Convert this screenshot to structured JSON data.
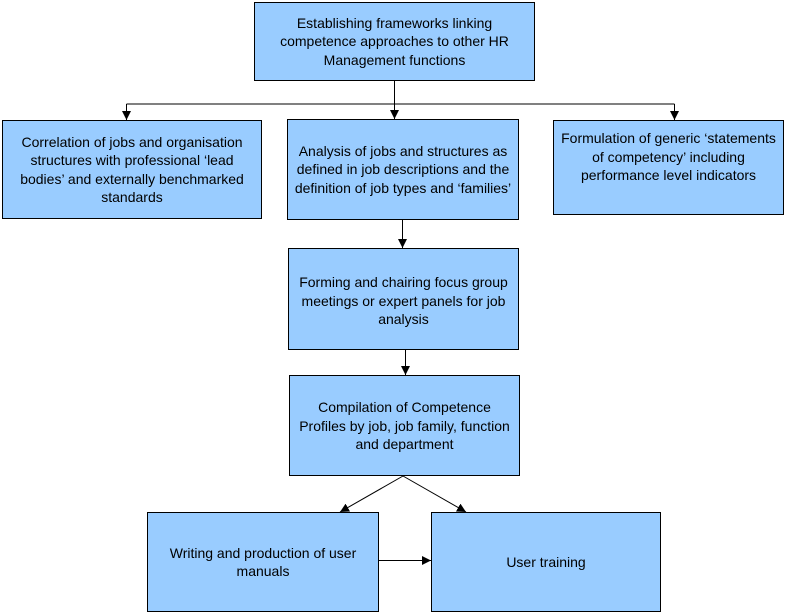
{
  "diagram": {
    "type": "flowchart",
    "colors": {
      "box_fill": "#99ccff",
      "box_border": "#000000",
      "line": "#000000"
    },
    "nodes": {
      "frameworks": {
        "text": "Establishing frameworks linking competence approaches to other HR Management functions"
      },
      "correlation": {
        "text": "Correlation of jobs and organisation structures with professional ‘lead bodies’ and externally benchmarked standards"
      },
      "analysis": {
        "text": "Analysis of jobs and structures as defined in job descriptions and the definition of job types and ‘families’"
      },
      "formulation": {
        "text": "Formulation of generic ‘statements of competency’ including performance level indicators"
      },
      "focus_group": {
        "text": "Forming and chairing focus group meetings or expert panels for job analysis"
      },
      "profiles": {
        "text": "Compilation of Competence Profiles by job, job family, function and department"
      },
      "manuals": {
        "text": "Writing and production of user manuals"
      },
      "training": {
        "text": "User training"
      }
    },
    "edges": [
      {
        "from": "frameworks",
        "to": "correlation"
      },
      {
        "from": "frameworks",
        "to": "analysis"
      },
      {
        "from": "frameworks",
        "to": "formulation"
      },
      {
        "from": "analysis",
        "to": "focus_group"
      },
      {
        "from": "focus_group",
        "to": "profiles"
      },
      {
        "from": "profiles",
        "to": "manuals"
      },
      {
        "from": "profiles",
        "to": "training"
      },
      {
        "from": "manuals",
        "to": "training"
      }
    ]
  }
}
